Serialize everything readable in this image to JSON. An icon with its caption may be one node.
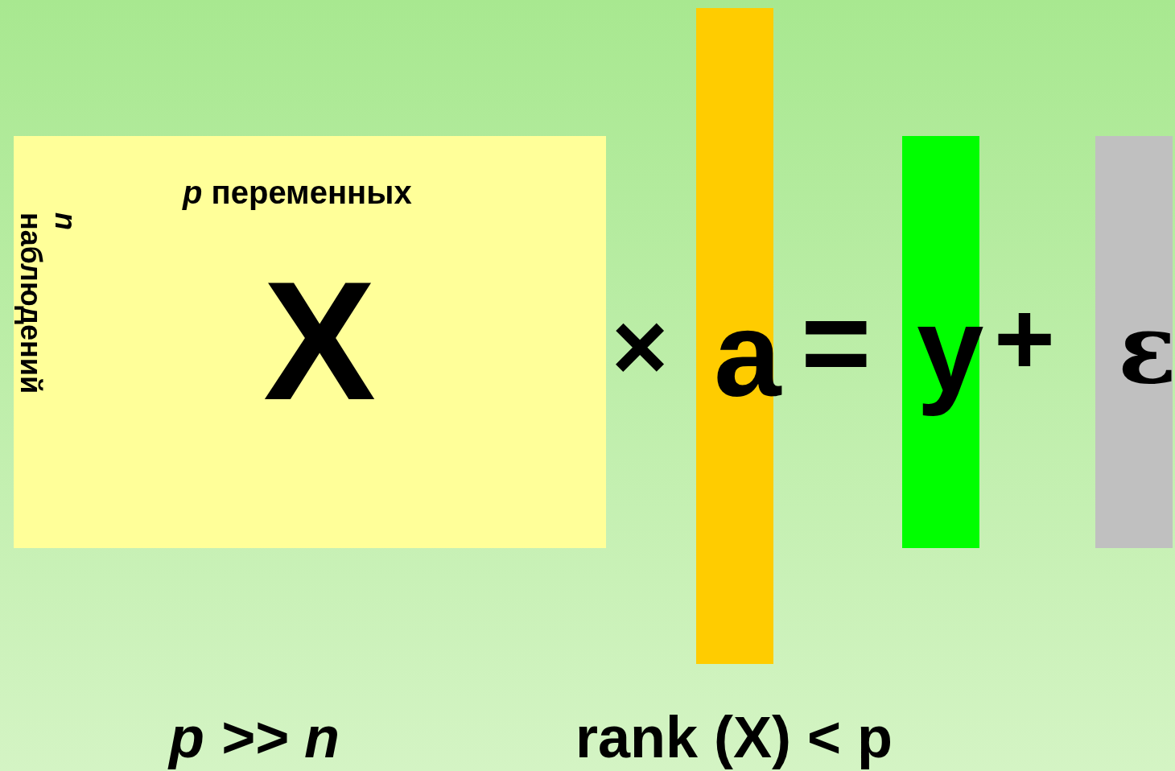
{
  "diagram": {
    "nodes": [
      {
        "text": [
          "*p* переменных",
          "*n* наблюдений",
          "X"
        ]
      },
      {
        "text": [
          "a"
        ]
      },
      {
        "text": [
          "y"
        ]
      },
      {
        "text": [
          "ε"
        ]
      }
    ],
    "labels": [
      "×",
      "=",
      "+",
      "*p* >> *n*",
      "rank (X) < p"
    ]
  }
}
